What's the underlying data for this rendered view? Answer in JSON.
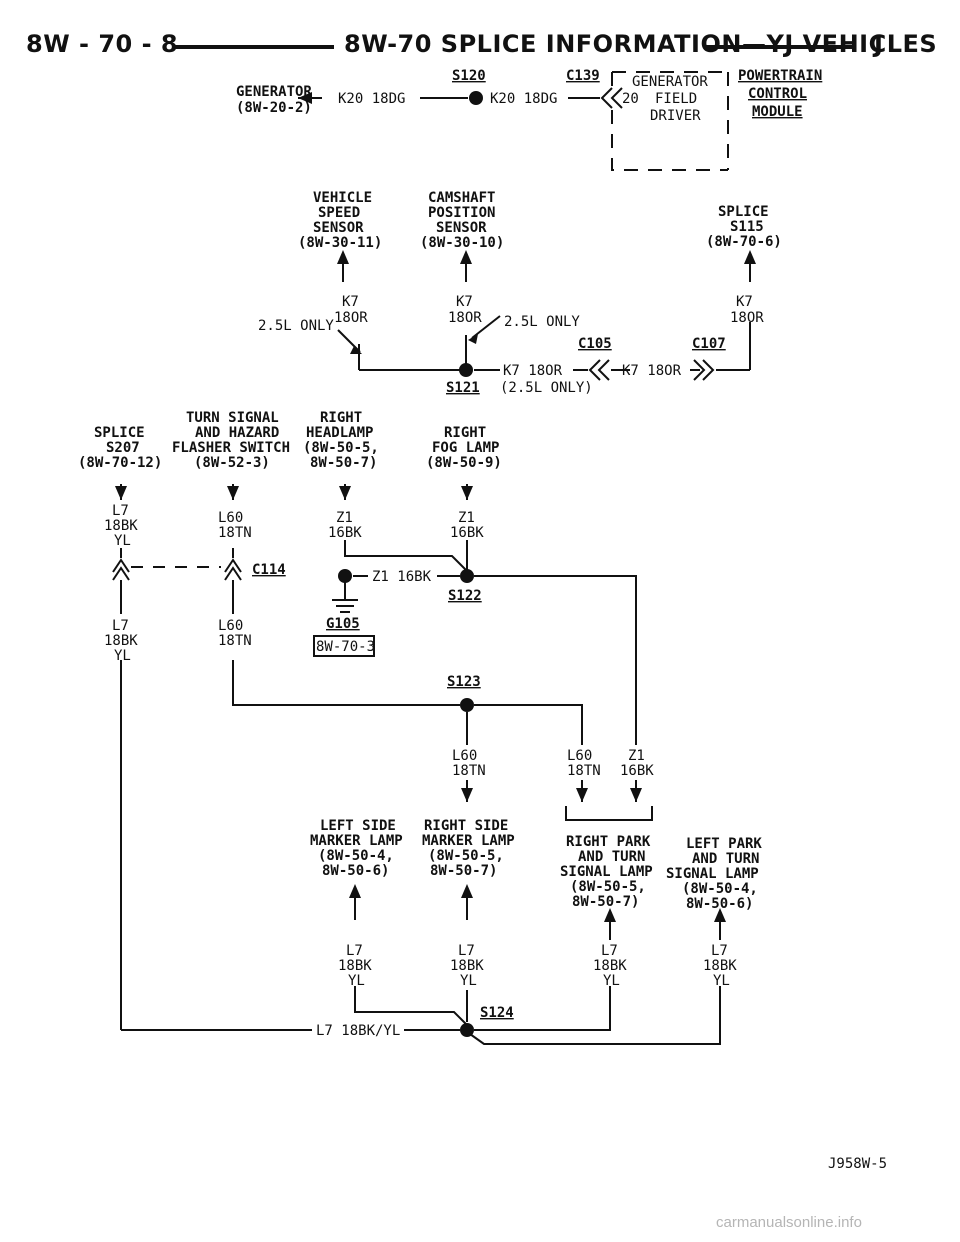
{
  "header": {
    "page_ref": "8W - 70 - 8",
    "title": "8W-70 SPLICE INFORMATION—YJ VEHICLES",
    "letter": "J"
  },
  "top": {
    "generator": [
      "GENERATOR",
      "(8W-20-2)"
    ],
    "s120": "S120",
    "c139": "C139",
    "wire_left": "K20 18DG",
    "wire_right": "K20 18DG",
    "pin": "20",
    "gen_field": [
      "GENERATOR",
      "FIELD",
      "DRIVER"
    ],
    "pcm": [
      "POWERTRAIN",
      "CONTROL",
      "MODULE"
    ]
  },
  "mid": {
    "vss": [
      "VEHICLE",
      "SPEED",
      "SENSOR",
      "(8W-30-11)"
    ],
    "cmp": [
      "CAMSHAFT",
      "POSITION",
      "SENSOR",
      "(8W-30-10)"
    ],
    "s115": [
      "SPLICE",
      "S115",
      "(8W-70-6)"
    ],
    "k7": "K7",
    "w18or": "18OR",
    "only1": "2.5L ONLY",
    "only2": "2.5L ONLY",
    "c105": "C105",
    "c107": "C107",
    "wire_a": "K7 18OR",
    "wire_b": "K7 18OR",
    "s121": "S121",
    "s121_note": "(2.5L ONLY)"
  },
  "lower": {
    "s207": [
      "SPLICE",
      "S207",
      "(8W-70-12)"
    ],
    "turn": [
      "TURN SIGNAL",
      "AND HAZARD",
      "FLASHER SWITCH",
      "(8W-52-3)"
    ],
    "rhead": [
      "RIGHT",
      "HEADLAMP",
      "(8W-50-5,",
      "8W-50-7)"
    ],
    "rfog": [
      "RIGHT",
      "FOG LAMP",
      "(8W-50-9)"
    ],
    "l7": "L7",
    "w18bk": "18BK",
    "yl": "YL",
    "l60": "L60",
    "w18tn": "18TN",
    "z1": "Z1",
    "w16bk": "16BK",
    "c114": "C114",
    "z1_wire": "Z1 16BK",
    "s122": "S122",
    "g105": "G105",
    "g105_ref": "8W-70-3",
    "s123": "S123"
  },
  "bottom": {
    "lsm": [
      "LEFT SIDE",
      "MARKER LAMP",
      "(8W-50-4,",
      "8W-50-6)"
    ],
    "rsm": [
      "RIGHT SIDE",
      "MARKER LAMP",
      "(8W-50-5,",
      "8W-50-7)"
    ],
    "rpt": [
      "RIGHT PARK",
      "AND TURN",
      "SIGNAL LAMP",
      "(8W-50-5,",
      "8W-50-7)"
    ],
    "lpt": [
      "LEFT PARK",
      "AND TURN",
      "SIGNAL LAMP",
      "(8W-50-4,",
      "8W-50-6)"
    ],
    "s124": "S124",
    "main_wire": "L7 18BK/YL"
  },
  "figure_id": "J958W-5",
  "watermark": "carmanualsonline.info"
}
